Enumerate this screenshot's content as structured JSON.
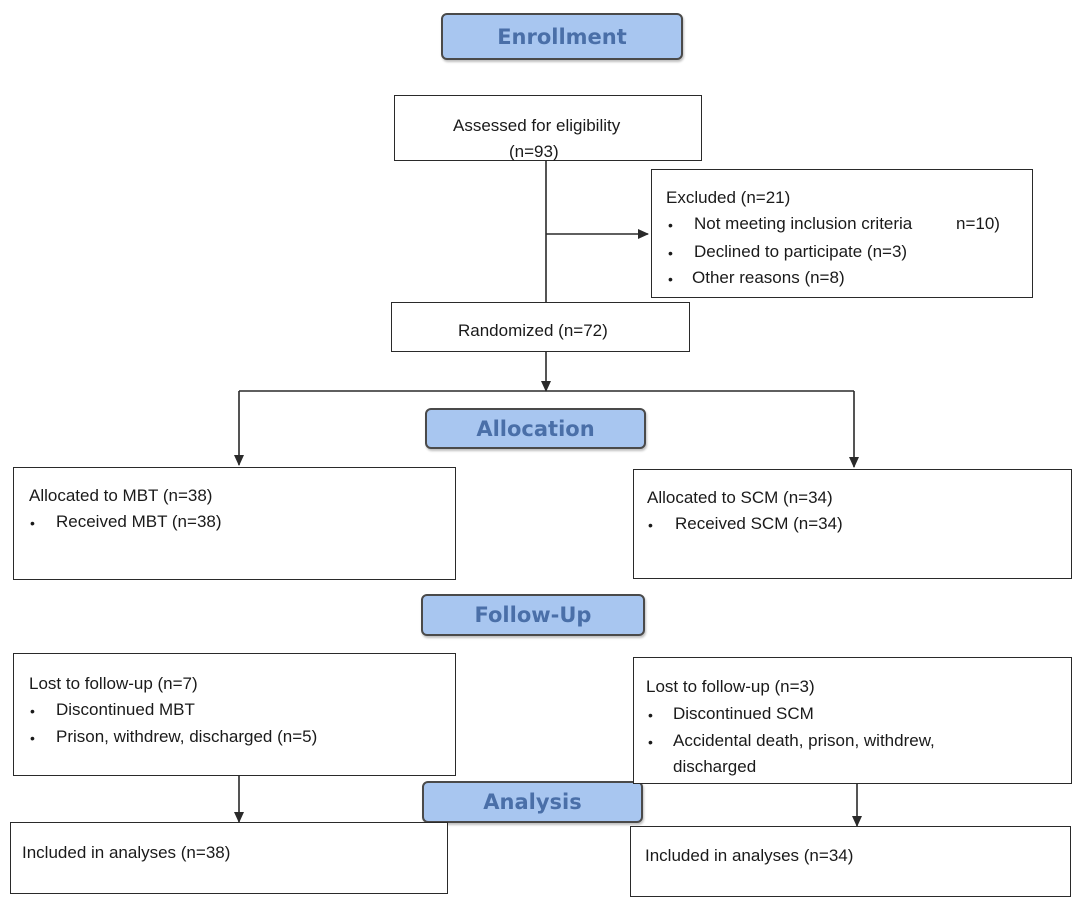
{
  "stages": {
    "enrollment": "Enrollment",
    "allocation": "Allocation",
    "follow_up": "Follow-Up",
    "analysis": "Analysis"
  },
  "assessed": {
    "label": "Assessed for eligibility",
    "count": "(n=93)"
  },
  "excluded": {
    "title": "Excluded (n=21)",
    "items": [
      {
        "label": "Not meeting inclusion criteria",
        "count": "n=10)"
      },
      {
        "label": "Declined to participate (n=3)"
      },
      {
        "label": "Other reasons (n=8)"
      }
    ]
  },
  "randomized": "Randomized (n=72)",
  "allocation": {
    "left": {
      "title": "Allocated to MBT (n=38)",
      "item": "Received MBT (n=38)"
    },
    "right": {
      "title": "Allocated to SCM (n=34)",
      "item": "Received SCM (n=34)"
    }
  },
  "follow_up": {
    "left": {
      "title": "Lost to follow-up (n=7)",
      "items": [
        "Discontinued MBT",
        "Prison, withdrew, discharged (n=5)"
      ]
    },
    "right": {
      "title": "Lost to follow-up (n=3)",
      "items": [
        "Discontinued SCM",
        "Accidental death, prison, withdrew,",
        "discharged"
      ]
    }
  },
  "analysis": {
    "left": "Included in analyses (n=38)",
    "right": "Included in analyses (n=34)"
  },
  "bullet_char": "•"
}
